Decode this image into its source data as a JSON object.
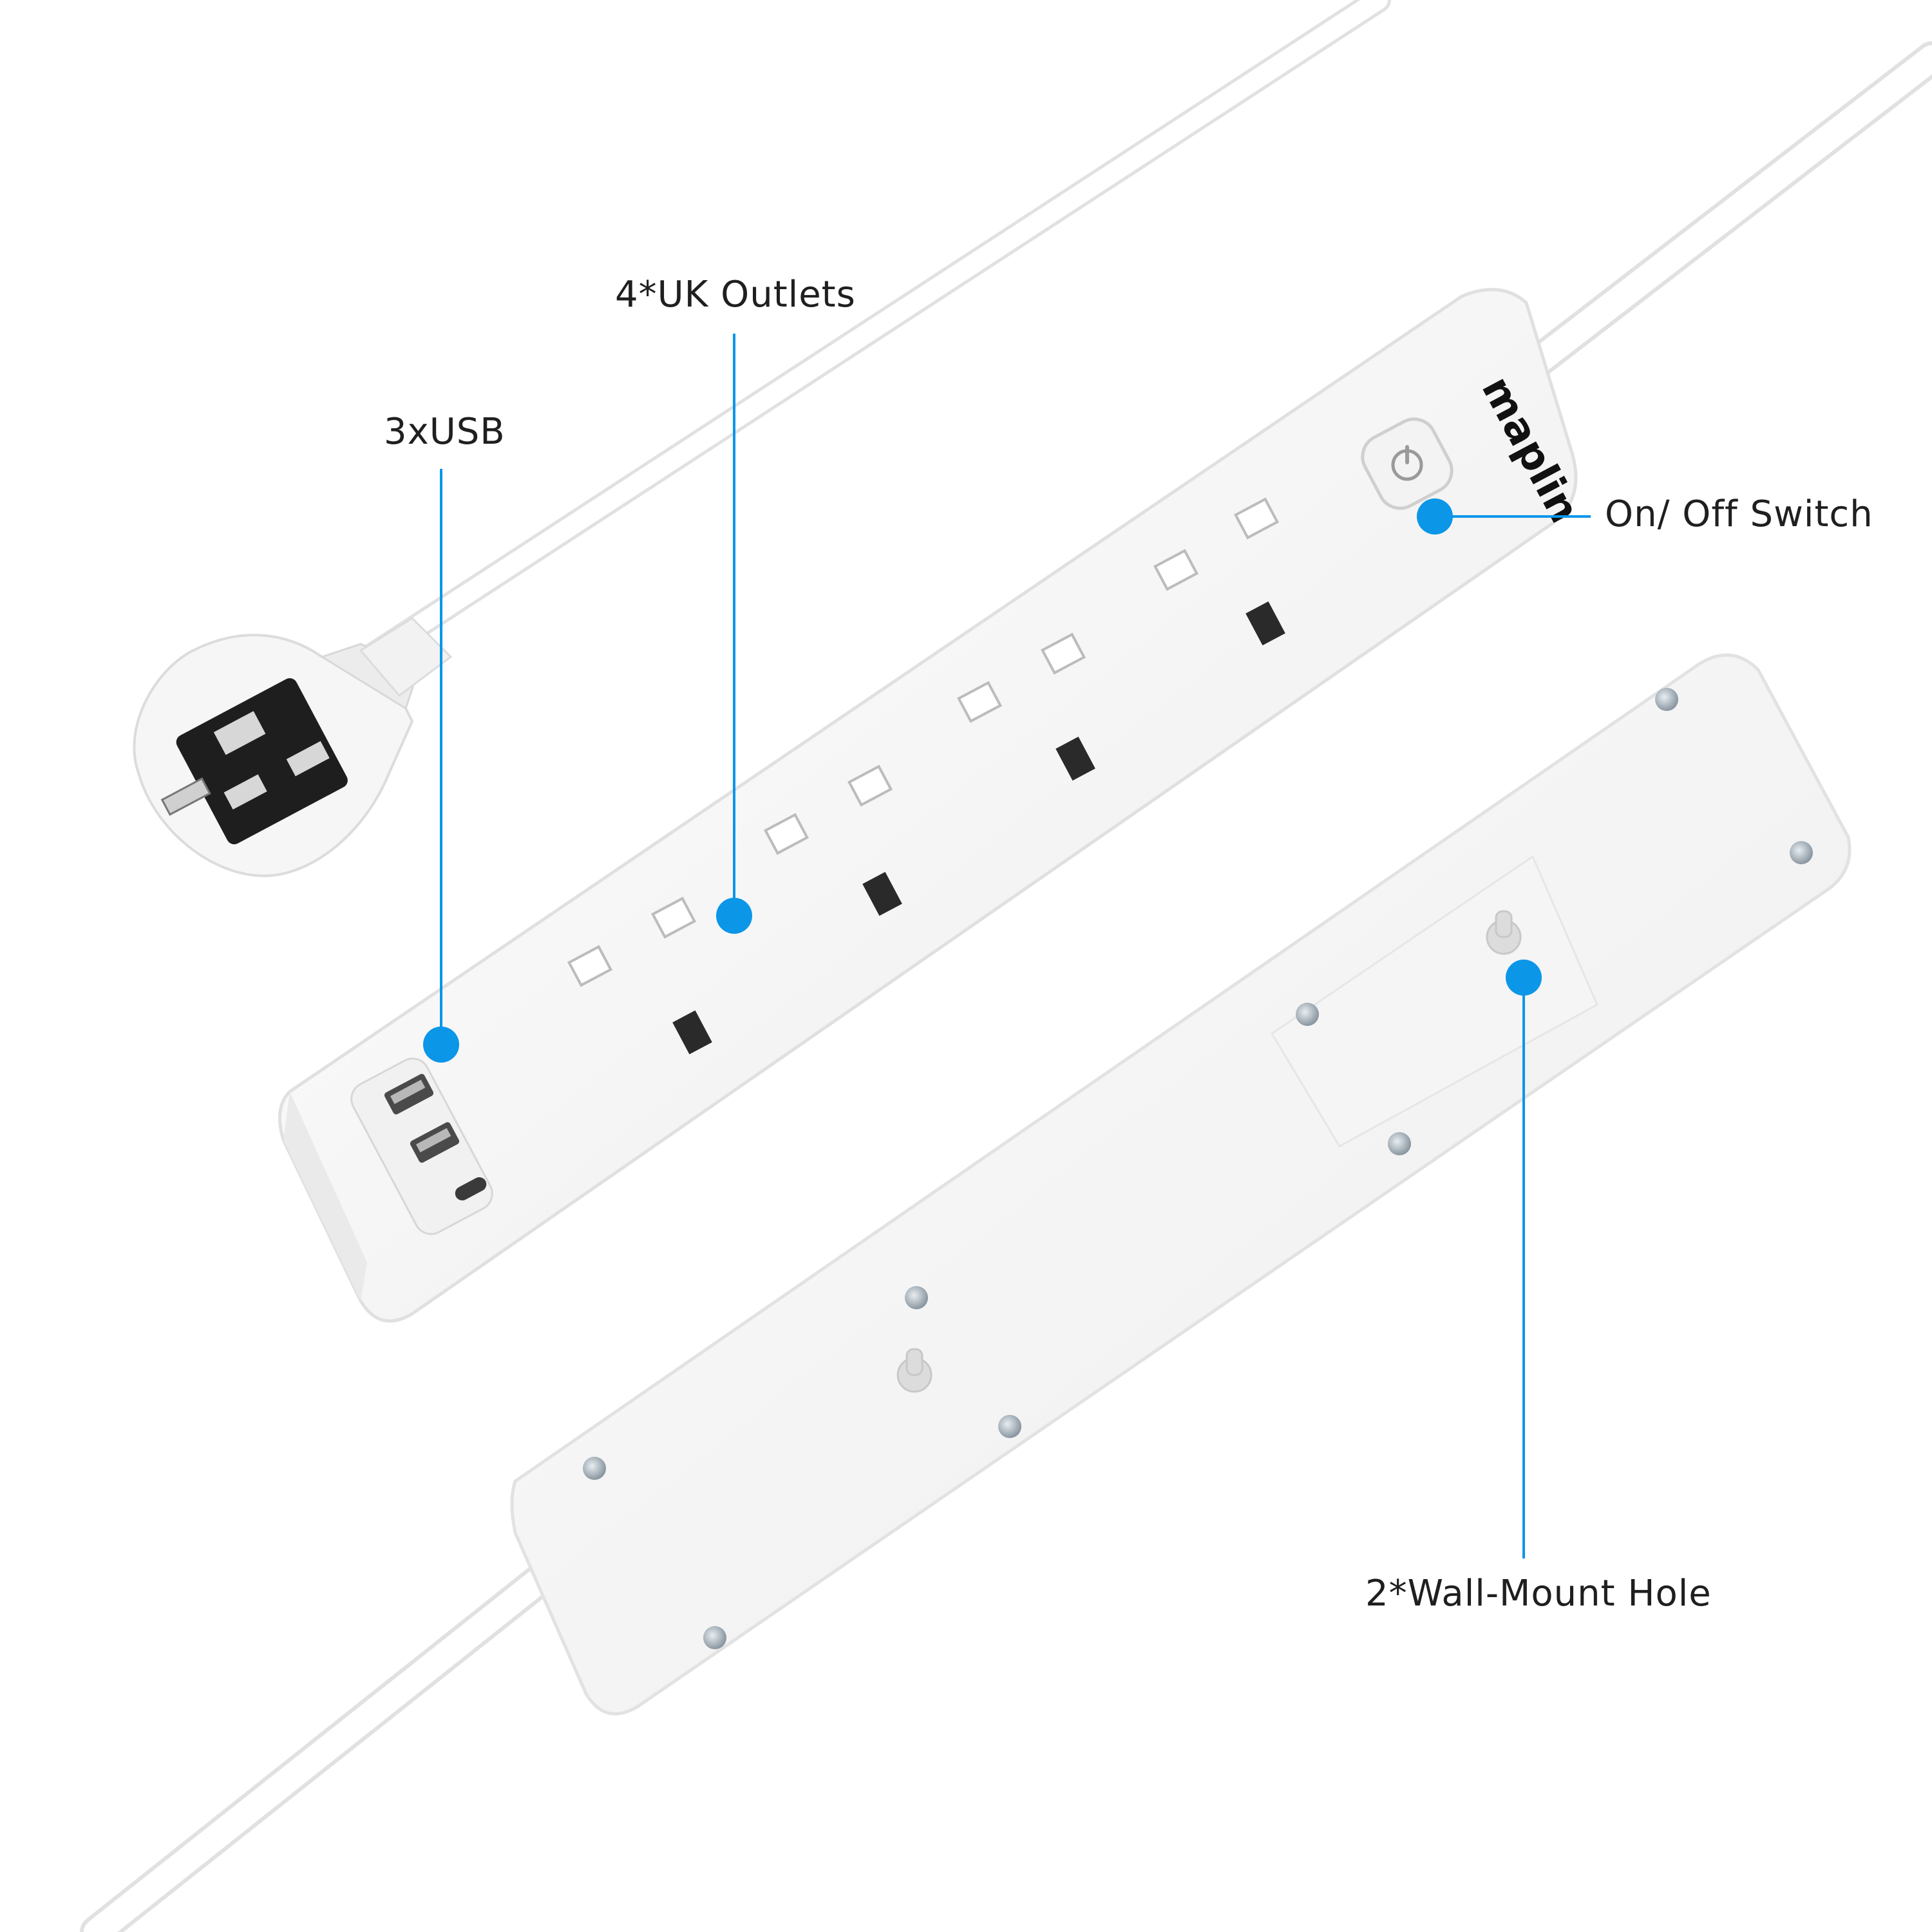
{
  "brand": {
    "logo": "maplin"
  },
  "callouts": {
    "usb": "3xUSB",
    "outlets": "4*UK Outlets",
    "switch": "On/ Off Switch",
    "wall_mount": "2*Wall-Mount Hole"
  },
  "colors": {
    "callout_accent": "#0b96e8",
    "product_body": "#f7f7f7",
    "product_edge": "#e3e3e3",
    "background": "#ffffff"
  },
  "icons": [
    "power-icon",
    "usb-a-port-icon",
    "usb-c-port-icon",
    "screw-icon",
    "keyhole-slot-icon"
  ]
}
